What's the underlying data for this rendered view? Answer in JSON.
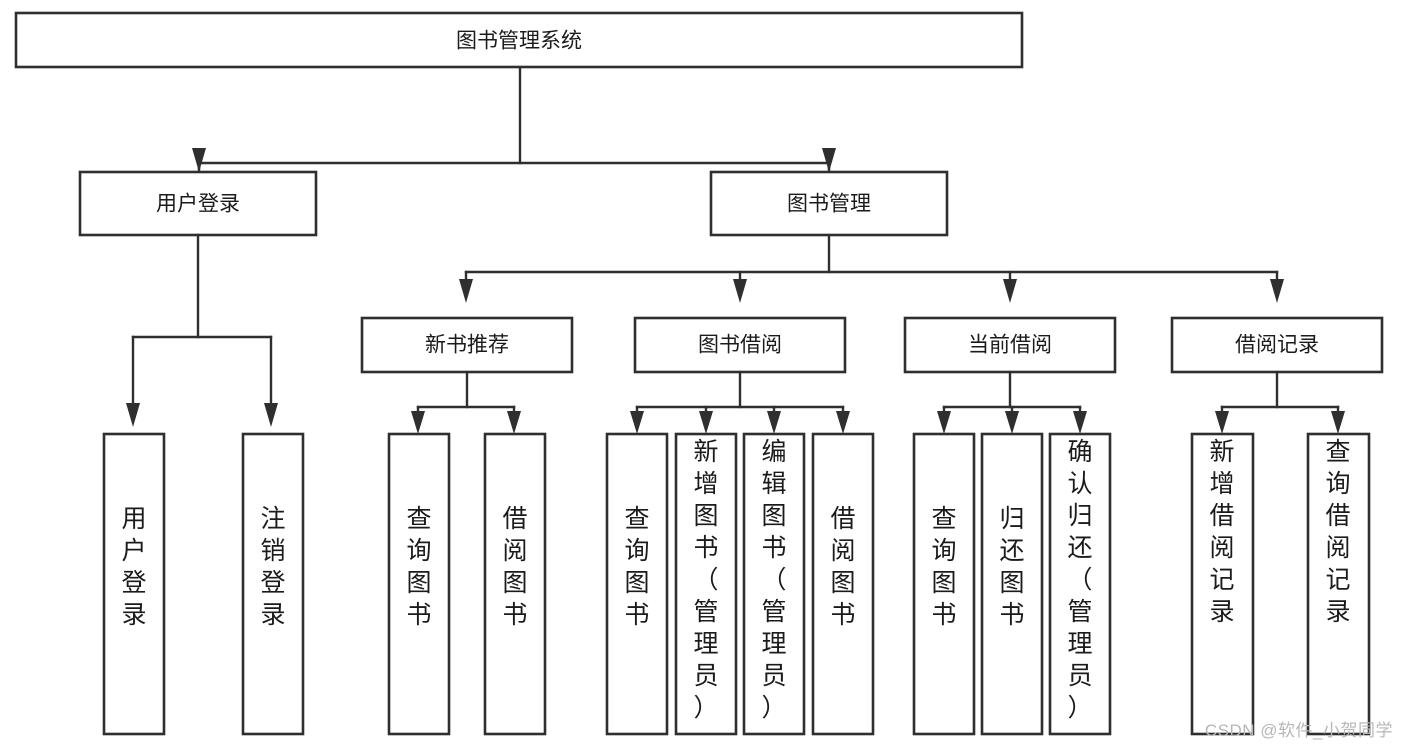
{
  "diagram": {
    "title": "图书管理系统",
    "type": "hierarchy-tree",
    "orientation": "top-down",
    "colors": {
      "box_stroke": "#2f2f2f",
      "box_fill": "#ffffff",
      "connector": "#2f2f2f",
      "text": "#1b1b1b",
      "background": "#ffffff",
      "watermark": "#b7b7b7"
    }
  },
  "root": {
    "label": "图书管理系统"
  },
  "level1": [
    {
      "label": "用户登录"
    },
    {
      "label": "图书管理"
    }
  ],
  "level2": [
    {
      "label": "新书推荐"
    },
    {
      "label": "图书借阅"
    },
    {
      "label": "当前借阅"
    },
    {
      "label": "借阅记录"
    }
  ],
  "leaves": {
    "user_login": [
      {
        "label": "用户登录"
      },
      {
        "label": "注销登录"
      }
    ],
    "new_book_recommend": [
      {
        "label": "查询图书"
      },
      {
        "label": "借阅图书"
      }
    ],
    "book_borrow": [
      {
        "label": "查询图书"
      },
      {
        "label": "新增图书（管理员）"
      },
      {
        "label": "编辑图书（管理员）"
      },
      {
        "label": "借阅图书"
      }
    ],
    "current_borrow": [
      {
        "label": "查询图书"
      },
      {
        "label": "归还图书"
      },
      {
        "label": "确认归还（管理员）"
      }
    ],
    "borrow_record": [
      {
        "label": "新增借阅记录"
      },
      {
        "label": "查询借阅记录"
      }
    ]
  },
  "watermark": {
    "text": "CSDN @软件_小贺同学"
  }
}
